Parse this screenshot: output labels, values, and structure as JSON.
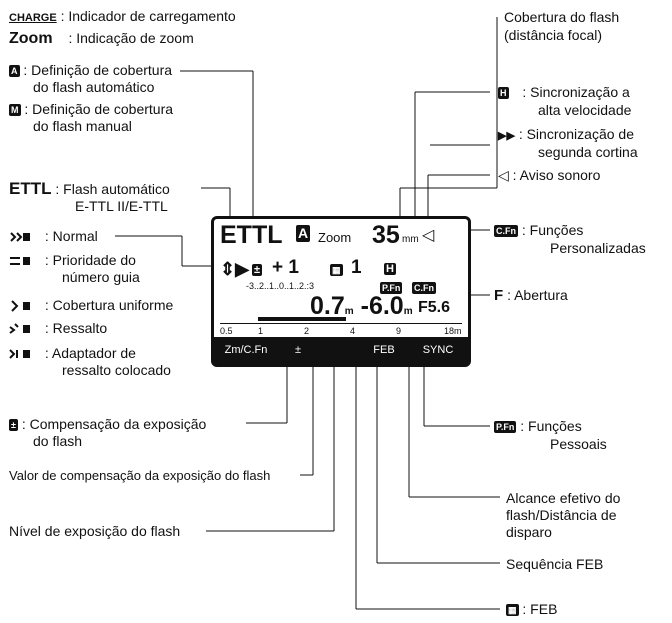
{
  "left": {
    "charge_icon": "CHARGE",
    "charge_text": ": Indicador de carregamento",
    "zoom_icon": "Zoom",
    "zoom_text": ": Indicação de zoom",
    "a_icon": "A",
    "a_text1": ": Definição de cobertura",
    "a_text2": "do flash automático",
    "m_icon": "M",
    "m_text1": ": Definição de cobertura",
    "m_text2": "do flash manual",
    "ettl_icon": "ETTL",
    "ettl_text1": ": Flash automático",
    "ettl_text2": "E-TTL II/E-TTL",
    "normal": ": Normal",
    "guide1": ": Prioridade do",
    "guide2": "número guia",
    "uniform": ": Cobertura uniforme",
    "bounce": ": Ressalto",
    "bounce_adapter1": ": Adaptador de",
    "bounce_adapter2": "ressalto colocado",
    "comp_icon": "±",
    "comp_text1": ": Compensação da exposição",
    "comp_text2": "do flash",
    "comp_value": "Valor de compensação da exposição do flash",
    "exposure_level": "Nível de exposição do flash"
  },
  "right": {
    "coverage1": "Cobertura do flash",
    "coverage2": "(distância focal)",
    "hs_icon": "H",
    "hs_text1": ": Sincronização a",
    "hs_text2": "alta velocidade",
    "second_icon": "▶▶",
    "second_text1": ": Sincronização de",
    "second_text2": "segunda cortina",
    "beep_icon": "◁",
    "beep_text": ": Aviso sonoro",
    "cfn_icon": "C.Fn",
    "cfn_text1": ": Funções",
    "cfn_text2": "Personalizadas",
    "f_icon": "F",
    "f_text": ": Abertura",
    "pfn_icon": "P.Fn",
    "pfn_text1": ": Funções",
    "pfn_text2": "Pessoais",
    "range1": "Alcance efetivo do",
    "range2": "flash/Distância de",
    "range3": "disparo",
    "feb_seq": "Sequência FEB",
    "feb_text": ": FEB"
  },
  "lcd": {
    "mode": "ETTL",
    "a_mark": "A",
    "zoom": "Zoom",
    "focal": "35",
    "focal_unit": "mm",
    "comp_value": "+ 1",
    "feb_value": "1",
    "scale": "-3..2..1..0..1..2.:3",
    "distance": "0.7",
    "distance_unit": "m",
    "distance2": "6.0",
    "distance2_unit": "m",
    "aperture": "F5.6",
    "hs": "H",
    "pfn": "P.Fn",
    "cfn": "C.Fn",
    "dist_scale": [
      "0.5",
      "1",
      "2",
      "4",
      "9",
      "18m"
    ],
    "softkeys": [
      "Zm/C.Fn",
      "±",
      "",
      "FEB",
      "SYNC"
    ]
  }
}
